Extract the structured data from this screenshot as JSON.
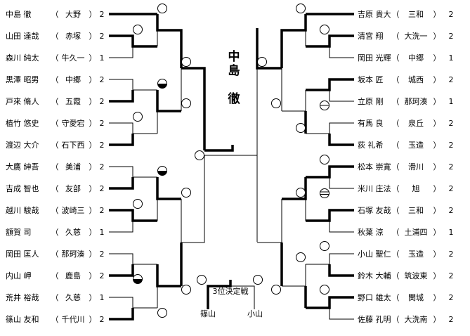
{
  "champion": [
    "中",
    "島",
    "徹"
  ],
  "third_place": {
    "label": "3位決定戦",
    "left_name": "篠山",
    "right_name": "小山"
  },
  "left_entries": [
    {
      "name": "中島 徹",
      "club": "大野",
      "score": "2"
    },
    {
      "name": "山田 達哉",
      "club": "赤塚",
      "score": "2"
    },
    {
      "name": "森川 純太",
      "club": "牛久一",
      "score": "1"
    },
    {
      "name": "黒澤 昭男",
      "club": "中郷",
      "score": "2"
    },
    {
      "name": "戸來 脩人",
      "club": "五霞",
      "score": "2"
    },
    {
      "name": "植竹 悠史",
      "club": "守愛宕",
      "score": "2"
    },
    {
      "name": "渡辺 大介",
      "club": "石下西",
      "score": "2"
    },
    {
      "name": "大鷹 紳吾",
      "club": "美浦",
      "score": "2"
    },
    {
      "name": "吉成 智也",
      "club": "友部",
      "score": "2"
    },
    {
      "name": "越川 駿哉",
      "club": "波崎三",
      "score": "2"
    },
    {
      "name": "額賀 司",
      "club": "久慈",
      "score": "1"
    },
    {
      "name": "岡田 匡人",
      "club": "那珂湊",
      "score": "2"
    },
    {
      "name": "内山 岬",
      "club": "鹿島",
      "score": "2"
    },
    {
      "name": "荒井 裕哉",
      "club": "久慈",
      "score": "1"
    },
    {
      "name": "篠山 友和",
      "club": "千代川",
      "score": "2"
    }
  ],
  "right_entries": [
    {
      "name": "吉原 貴大",
      "club": "三和",
      "score": "2"
    },
    {
      "name": "清宮 翔",
      "club": "大洗一",
      "score": "2"
    },
    {
      "name": "岡田 光輝",
      "club": "中郷",
      "score": "1"
    },
    {
      "name": "坂本 匠",
      "club": "城西",
      "score": "2"
    },
    {
      "name": "立原 剛",
      "club": "那珂湊",
      "score": "1"
    },
    {
      "name": "有馬 良",
      "club": "泉丘",
      "score": "2"
    },
    {
      "name": "荻 礼希",
      "club": "玉造",
      "score": "2"
    },
    {
      "name": "松本 崇寛",
      "club": "滑川",
      "score": "2"
    },
    {
      "name": "米川 庄法",
      "club": "旭",
      "score": "2"
    },
    {
      "name": "石塚 友哉",
      "club": "三和",
      "score": "2"
    },
    {
      "name": "秋葉 涼",
      "club": "土浦四",
      "score": "1"
    },
    {
      "name": "小山 聖仁",
      "club": "玉造",
      "score": "2"
    },
    {
      "name": "鈴木 大輔",
      "club": "筑波東",
      "score": "2"
    },
    {
      "name": "野口 雄太",
      "club": "関城",
      "score": "2"
    },
    {
      "name": "佐藤 孔明",
      "club": "大洗南",
      "score": "2"
    }
  ]
}
